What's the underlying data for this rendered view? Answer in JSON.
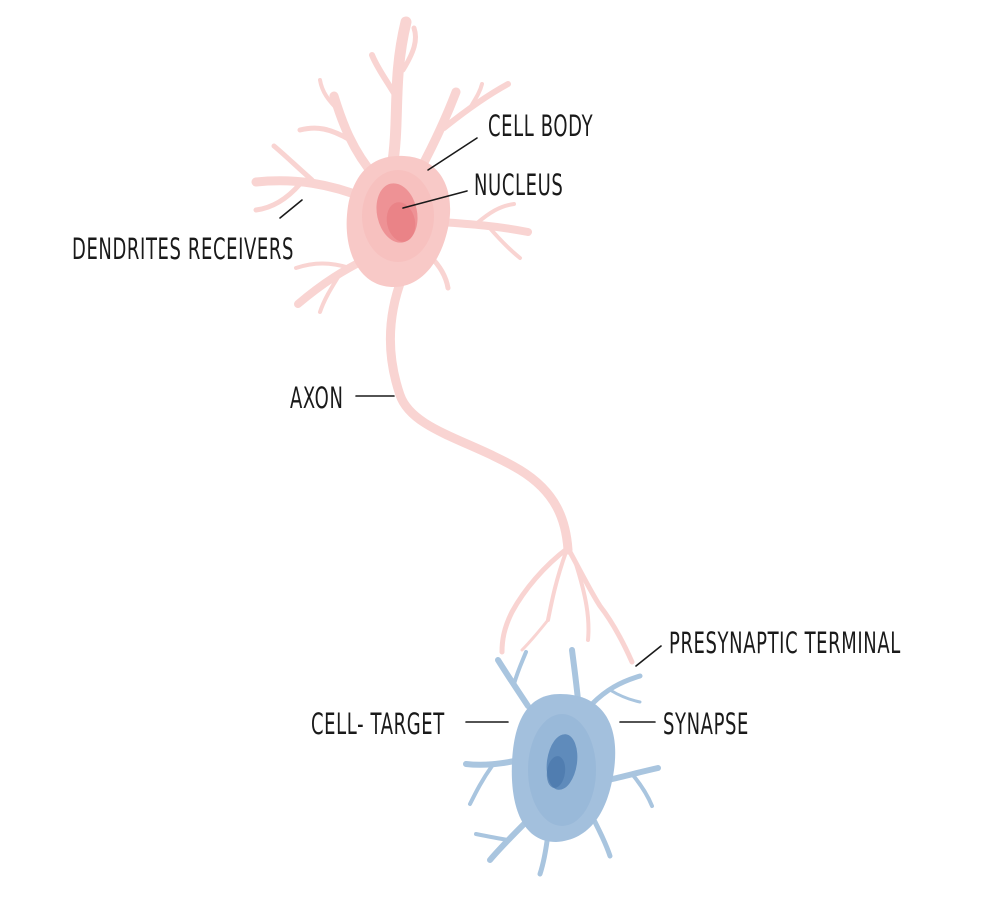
{
  "labels": {
    "cell_body": "CELL BODY",
    "nucleus": "NUCLEUS",
    "dendrites": "DENDRITES RECEIVERS",
    "axon": "AXON",
    "presynaptic_terminal": "PRESYNAPTIC TERMINAL",
    "cell_target": "CELL- TARGET",
    "synapse": "SYNAPSE"
  },
  "colors": {
    "neuron_branch": "#f9d4d2",
    "neuron_body": "#f8c9c7",
    "neuron_body_inner": "#f5b9b8",
    "neuron_nucleus": "#ee9295",
    "neuron_nucleus_highlight": "#e7797f",
    "target_branch": "#a9c5df",
    "target_body": "#a3c0dd",
    "target_body_inner": "#92b3d5",
    "target_nucleus": "#5f8bbb",
    "target_nucleus_highlight": "#4a78ab",
    "text": "#1a1a1a"
  }
}
